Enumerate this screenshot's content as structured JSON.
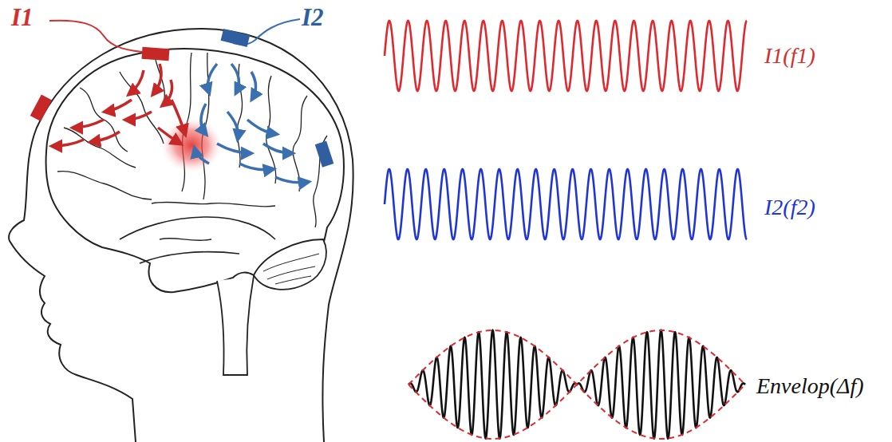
{
  "diagram": {
    "labels": [
      "I1",
      "I2",
      "I1(f1)",
      "I2(f2)",
      "Envelop(Δf)"
    ]
  }
}
